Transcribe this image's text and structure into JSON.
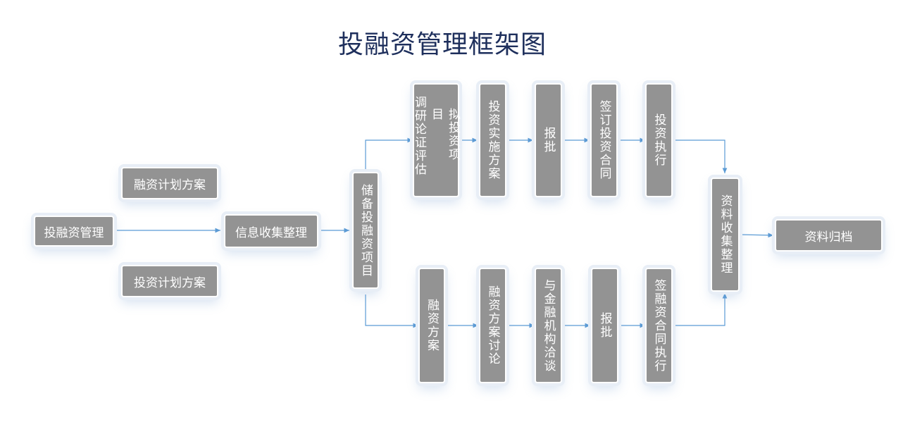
{
  "title": "投融资管理框架图",
  "colors": {
    "box": "#939393",
    "arrow": "#5b9bd5",
    "title": "#1e2f5c"
  },
  "nodes": {
    "root": "投融资管理",
    "financing_plan": "融资计划方案",
    "investment_plan": "投资计划方案",
    "info_collection": "信息收集整理",
    "reserve_projects": "储备投融资项目",
    "proposed_projects": "拟投资项目",
    "research_evaluation": "调研论证评估",
    "investment_implementation_plan": "投资实施方案",
    "approval_top": "报批",
    "sign_investment_contract": "签订投资合同",
    "investment_execution": "投资执行",
    "material_collection": "资料收集整理",
    "archive": "资料归档",
    "financing_scheme": "融资方案",
    "financing_scheme_discussion": "融资方案讨论",
    "financial_institution_negotiation": "与金融机构洽谈",
    "approval_bottom": "报批",
    "sign_financing_contract_execution": "签融资合同执行"
  },
  "edges": [
    [
      "root",
      "info_collection"
    ],
    [
      "info_collection",
      "reserve_projects"
    ],
    [
      "reserve_projects",
      "proposed_projects"
    ],
    [
      "proposed_projects",
      "investment_implementation_plan"
    ],
    [
      "investment_implementation_plan",
      "approval_top"
    ],
    [
      "approval_top",
      "sign_investment_contract"
    ],
    [
      "sign_investment_contract",
      "investment_execution"
    ],
    [
      "investment_execution",
      "material_collection"
    ],
    [
      "reserve_projects",
      "financing_scheme"
    ],
    [
      "financing_scheme",
      "financing_scheme_discussion"
    ],
    [
      "financing_scheme_discussion",
      "financial_institution_negotiation"
    ],
    [
      "financial_institution_negotiation",
      "approval_bottom"
    ],
    [
      "approval_bottom",
      "sign_financing_contract_execution"
    ],
    [
      "sign_financing_contract_execution",
      "material_collection"
    ],
    [
      "material_collection",
      "archive"
    ]
  ]
}
